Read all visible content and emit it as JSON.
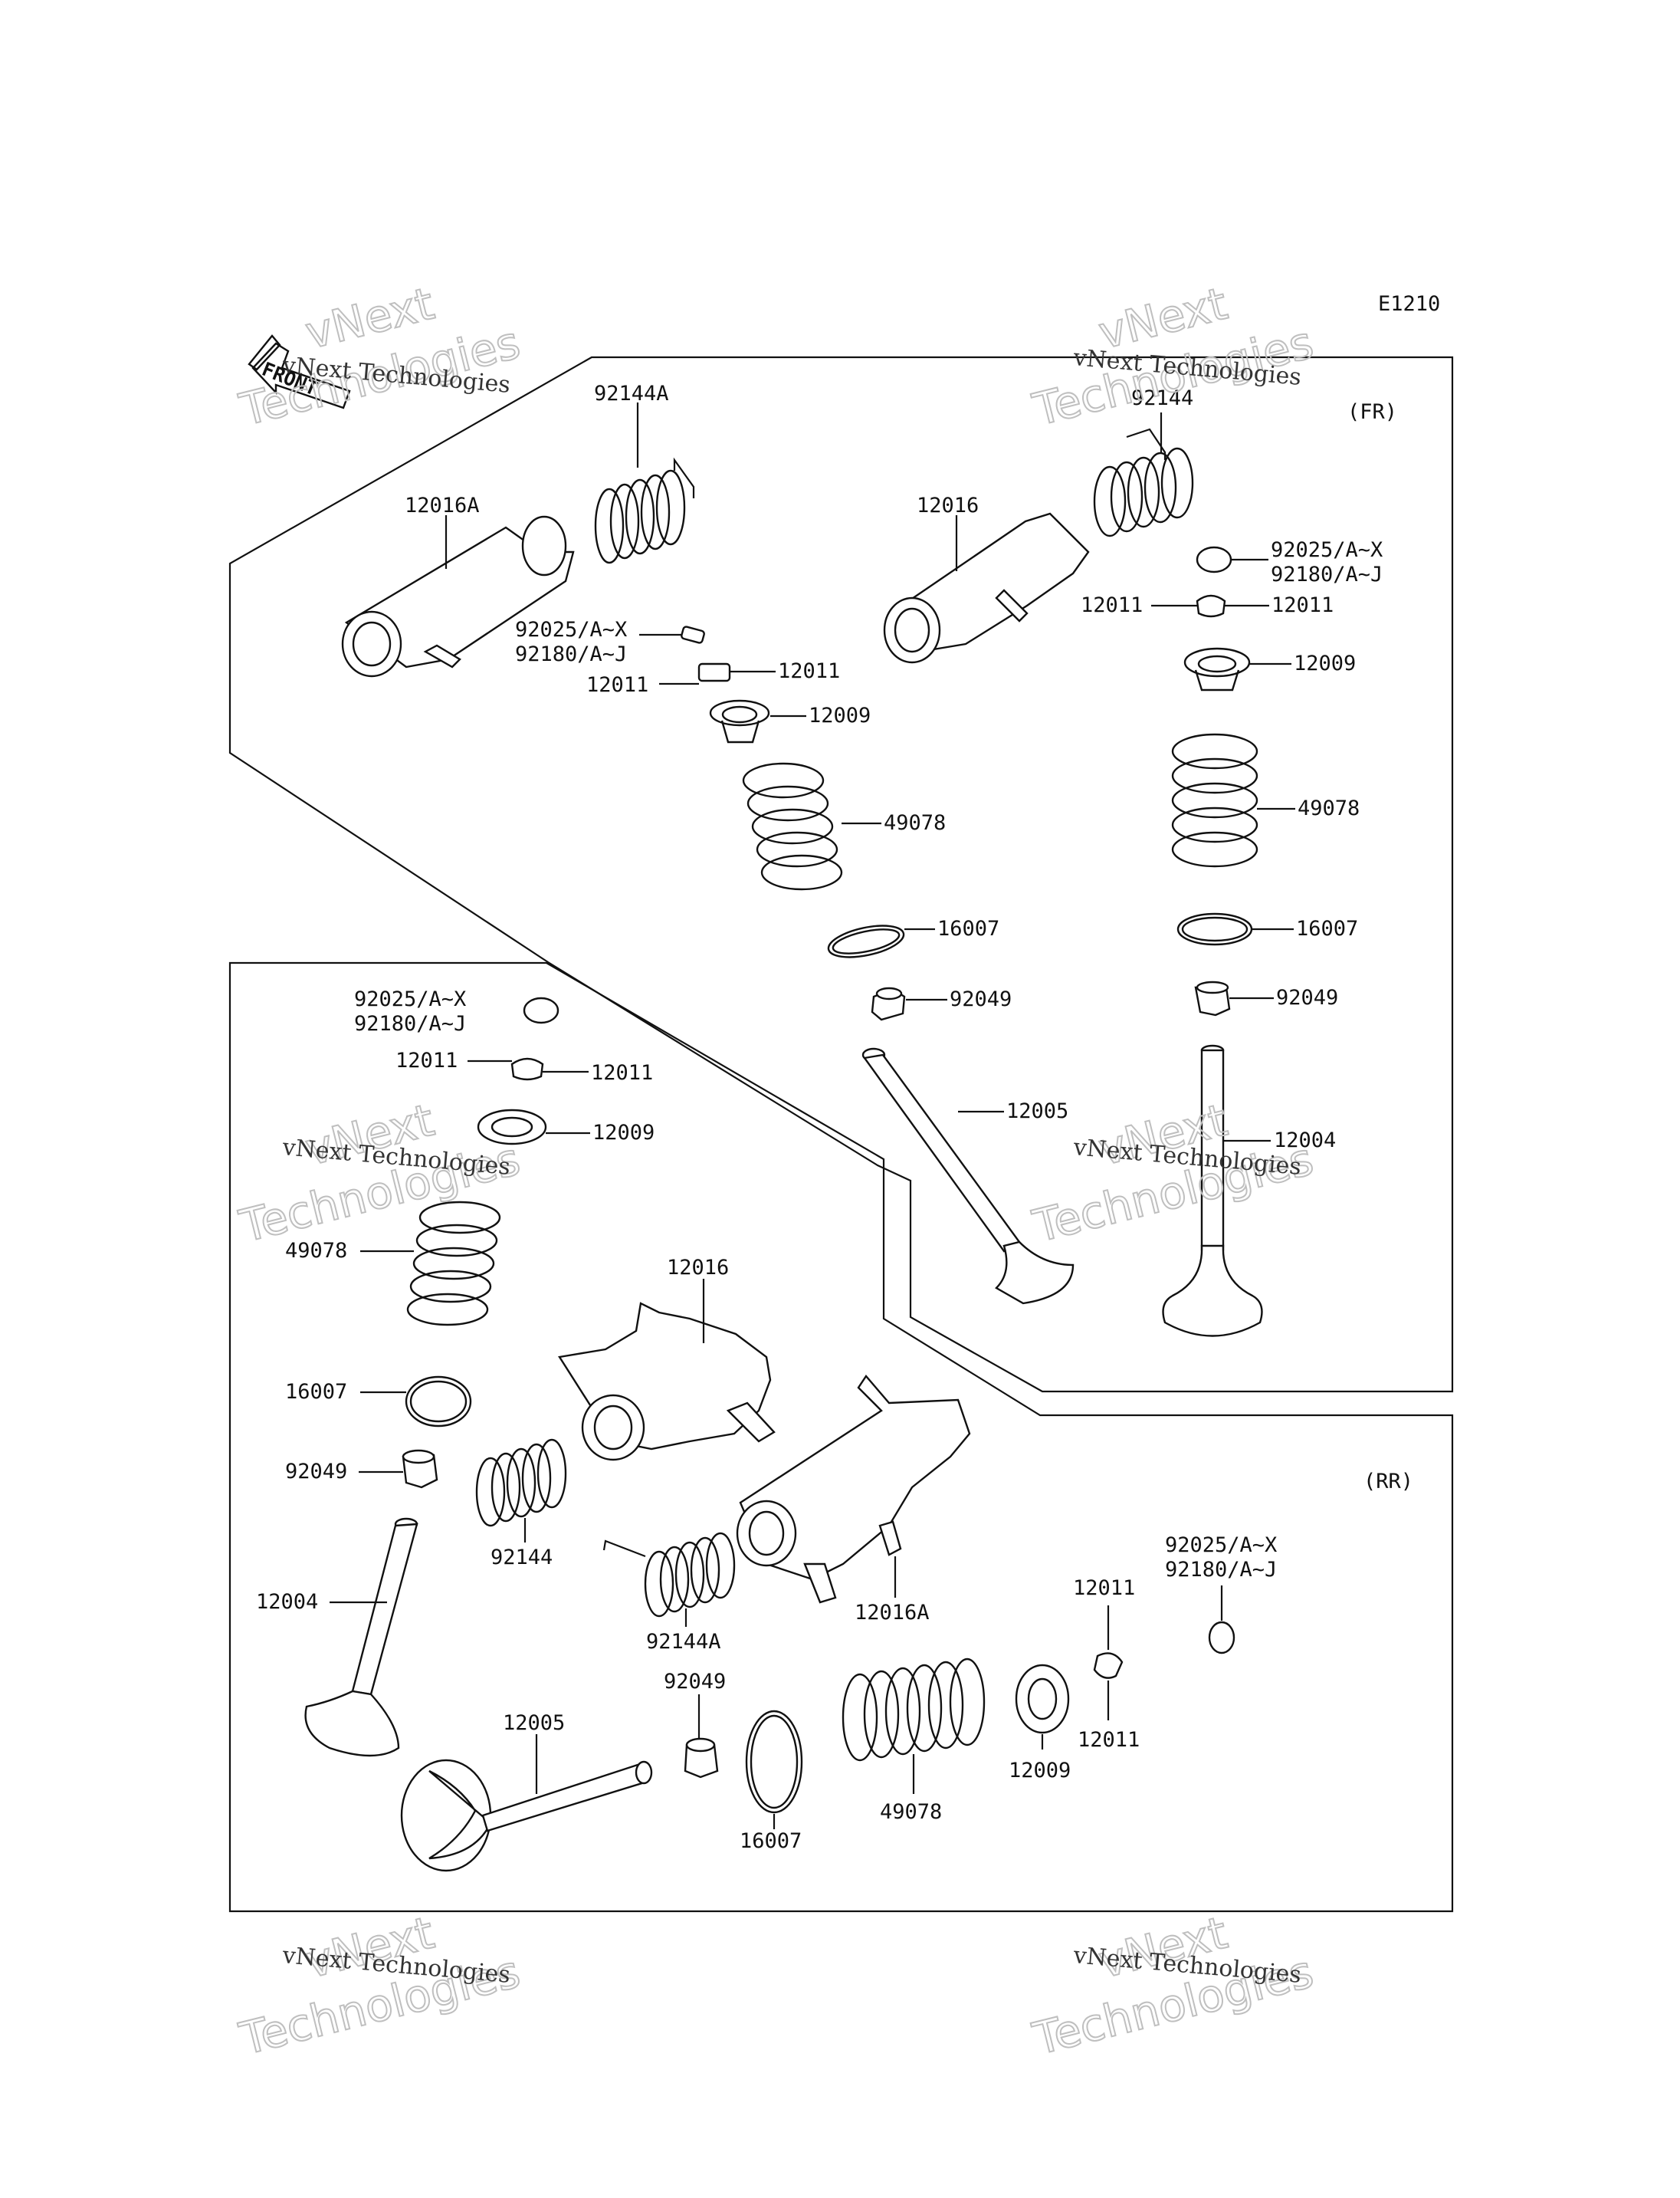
{
  "diagram_code": "E1210",
  "sections": {
    "front": "(FR)",
    "rear": "(RR)"
  },
  "front_arrow_text": "FRONT",
  "watermark": {
    "line1": "vNext Technologies",
    "line2_a": "vNext",
    "line2_b": "Technologies"
  },
  "labels": {
    "fr_92144A": "92144A",
    "fr_12016A": "12016A",
    "fr_a_92025": "92025/A~X",
    "fr_a_92180": "92180/A~J",
    "fr_a_12011_r": "12011",
    "fr_a_12011_l": "12011",
    "fr_a_12009": "12009",
    "fr_a_49078": "49078",
    "fr_a_16007": "16007",
    "fr_a_92049": "92049",
    "fr_12005": "12005",
    "fr_92144": "92144",
    "fr_12016": "12016",
    "fr_b_92025": "92025/A~X",
    "fr_b_92180": "92180/A~J",
    "fr_b_12011_l": "12011",
    "fr_b_12011_r": "12011",
    "fr_b_12009": "12009",
    "fr_b_49078": "49078",
    "fr_b_16007": "16007",
    "fr_b_92049": "92049",
    "fr_12004": "12004",
    "rr_a_92025": "92025/A~X",
    "rr_a_92180": "92180/A~J",
    "rr_a_12011_l": "12011",
    "rr_a_12011_r": "12011",
    "rr_a_12009": "12009",
    "rr_a_49078": "49078",
    "rr_a_16007": "16007",
    "rr_a_92049": "92049",
    "rr_12004": "12004",
    "rr_12016": "12016",
    "rr_92144": "92144",
    "rr_92144A": "92144A",
    "rr_12016A": "12016A",
    "rr_12005": "12005",
    "rr_b_92049": "92049",
    "rr_b_16007": "16007",
    "rr_b_49078": "49078",
    "rr_b_12009": "12009",
    "rr_b_12011_t": "12011",
    "rr_b_12011_b": "12011",
    "rr_b_92025": "92025/A~X",
    "rr_b_92180": "92180/A~J"
  }
}
